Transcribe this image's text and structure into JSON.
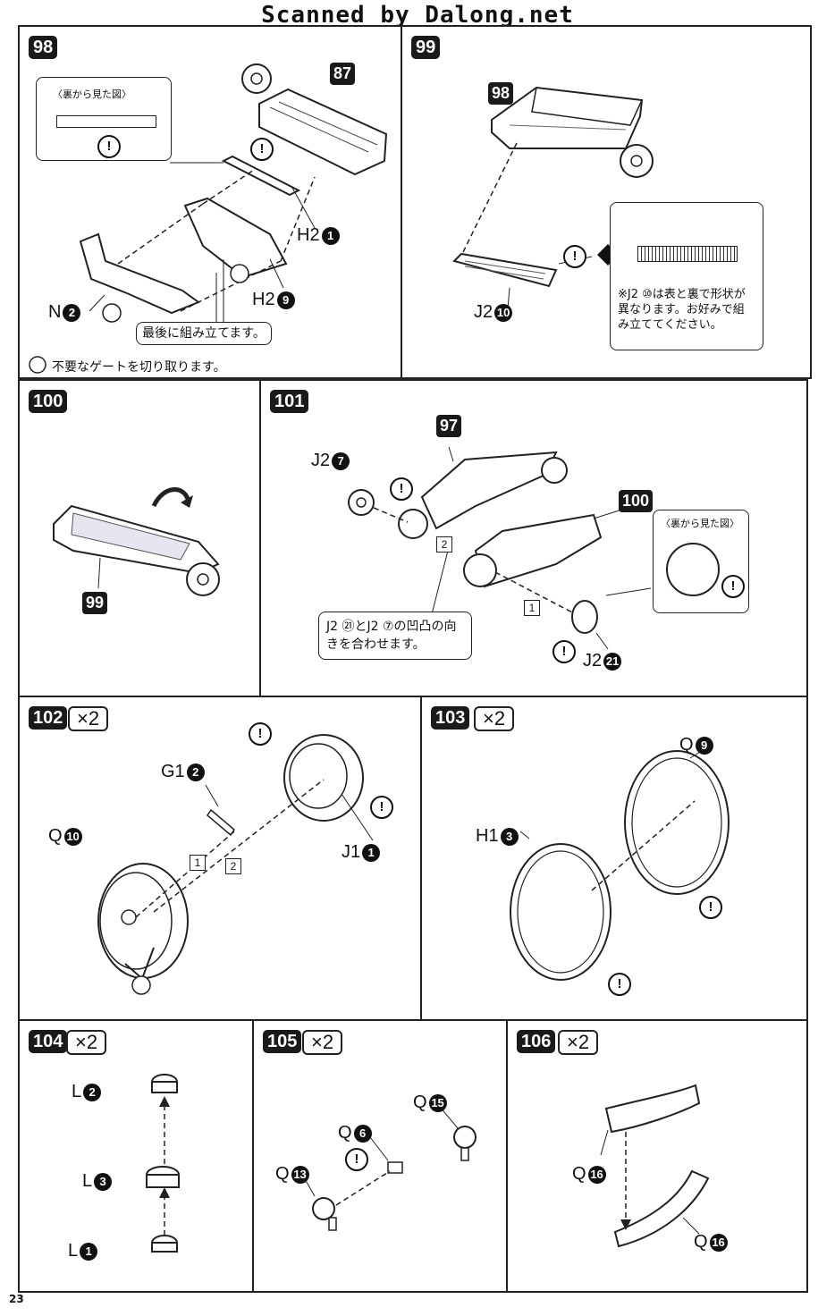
{
  "watermark": "Scanned by Dalong.net",
  "page_number": "23",
  "steps": {
    "s98": {
      "number": "98",
      "back_view_title": "〈裏から見た図〉",
      "label_87": "87",
      "parts": {
        "h2_1": "H2",
        "h2_1_num": "1",
        "h2_9": "H2",
        "h2_9_num": "9",
        "n2": "N",
        "n2_num": "2"
      },
      "assemble_last": "最後に組み立てます。",
      "gate_note": "不要なゲートを切り取ります。"
    },
    "s99": {
      "number": "99",
      "label_98": "98",
      "part": "J2",
      "part_num": "10",
      "note": "※J2 ⑩は表と裏で形状が異なります。お好みで組み立ててください。"
    },
    "s100": {
      "number": "100",
      "label_99": "99"
    },
    "s101": {
      "number": "101",
      "label_97": "97",
      "label_100": "100",
      "back_view_title": "〈裏から見た図〉",
      "j2_7": "J2",
      "j2_7_num": "7",
      "j2_21": "J2",
      "j2_21_num": "21",
      "orient_note": "J2 ㉑とJ2 ⑦の凹凸の向きを合わせます。",
      "seq1": "1",
      "seq2": "2"
    },
    "s102": {
      "number": "102",
      "mult": "×2",
      "g1": "G1",
      "g1_num": "2",
      "q10": "Q",
      "q10_num": "10",
      "j1": "J1",
      "j1_num": "1",
      "seq1": "1",
      "seq2": "2"
    },
    "s103": {
      "number": "103",
      "mult": "×2",
      "q9": "Q",
      "q9_num": "9",
      "h1": "H1",
      "h1_num": "3"
    },
    "s104": {
      "number": "104",
      "mult": "×2",
      "l2": "L",
      "l2_num": "2",
      "l3": "L",
      "l3_num": "3",
      "l1": "L",
      "l1_num": "1"
    },
    "s105": {
      "number": "105",
      "mult": "×2",
      "q15": "Q",
      "q15_num": "15",
      "q6": "Q",
      "q6_num": "6",
      "q13": "Q",
      "q13_num": "13"
    },
    "s106": {
      "number": "106",
      "mult": "×2",
      "q16a": "Q",
      "q16a_num": "16",
      "q16b": "Q",
      "q16b_num": "16"
    }
  }
}
